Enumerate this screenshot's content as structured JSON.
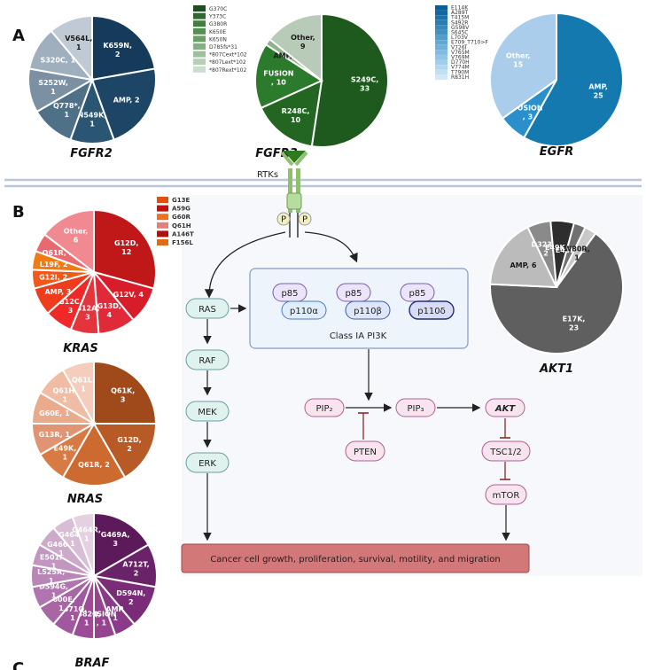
{
  "panels": {
    "a": "A",
    "b": "B",
    "c": "C"
  },
  "genes": {
    "fgfr2": "FGFR2",
    "fgfr3": "FGFR3",
    "egfr": "EGFR",
    "kras": "KRAS",
    "nras": "NRAS",
    "braf": "BRAF",
    "akt1": "AKT1"
  },
  "rtk_label": "RTKs",
  "p_label": "P",
  "pathway": {
    "ras": "RAS",
    "raf": "RAF",
    "mek": "MEK",
    "erk": "ERK",
    "p85": "p85",
    "p110a": "p110α",
    "p110b": "p110β",
    "p110d": "p110δ",
    "pi3k_label": "Class IA PI3K",
    "pip2": "PIP₂",
    "pip3": "PIP₃",
    "akt": "AKT",
    "pten": "PTEN",
    "tsc": "TSC1/2",
    "mtor": "mTOR",
    "outcome": "Cancer cell growth, proliferation, survival, motility, and migration"
  },
  "legends": {
    "fgfr3": {
      "items": [
        "G370C",
        "Y373C",
        "G380R",
        "K650E",
        "K650N",
        "D785fs*31",
        "*807Cext*102",
        "*807Lext*102",
        "*807Rext*102"
      ],
      "colors": [
        "#1f4f1f",
        "#2f6b2f",
        "#3f7f3f",
        "#548f54",
        "#6a9f6a",
        "#84b084",
        "#9dc09d",
        "#b5d0b5",
        "#cadecd"
      ]
    },
    "egfr": {
      "items": [
        "E114K",
        "A289T",
        "T415M",
        "S492R",
        "G598V",
        "S645C",
        "L703V",
        "E709_T710>F",
        "V726I",
        "V765M",
        "V769M",
        "D770H",
        "V774M",
        "T790M",
        "R831H"
      ],
      "colors": [
        "#0a5f96",
        "#1368a0",
        "#1e72a9",
        "#2a7db2",
        "#3788bb",
        "#4492c3",
        "#529dcb",
        "#61a7d2",
        "#70b1d9",
        "#80bbe0",
        "#90c5e6",
        "#a0ceec",
        "#b0d7f0",
        "#c0e0f4",
        "#d0e8f8"
      ]
    },
    "kras": {
      "items": [
        "G13E",
        "A59G",
        "G60R",
        "Q61H",
        "A146T",
        "F156L"
      ],
      "colors": [
        "#e05010",
        "#c01010",
        "#f07020",
        "#e08080",
        "#b01010",
        "#e06a1a"
      ]
    }
  },
  "charts": {
    "fgfr2": {
      "labels": [
        "K659N,\n2",
        "AMP, 2",
        "N549K,\n1",
        "Q778*,\n1",
        "S252W,\n1",
        "S320C, 1",
        "V564L,\n1"
      ],
      "values": [
        2,
        2,
        1,
        1,
        1,
        1,
        1
      ],
      "colors": [
        "#163b5a",
        "#1d4565",
        "#2a5673",
        "#4f7188",
        "#7b90a2",
        "#a0afbe",
        "#c0cad4"
      ]
    },
    "fgfr3": {
      "labels": [
        "S249C,\n33",
        "R248C,\n10",
        "FUSION\n, 10",
        "AMP, 1",
        "Other,\n9"
      ],
      "values": [
        33,
        10,
        10,
        1,
        9
      ],
      "colors": [
        "#1e5a1e",
        "#226622",
        "#2c7a2c",
        "#8fb38f",
        "#b8cbb8"
      ]
    },
    "egfr": {
      "labels": [
        "AMP,\n25",
        "FUSION\n, 3",
        "Other,\n15"
      ],
      "values": [
        25,
        3,
        15
      ],
      "colors": [
        "#1479ae",
        "#2a90cc",
        "#a9cdea"
      ]
    },
    "kras": {
      "labels": [
        "G12D,\n12",
        "G12V, 4",
        "G13D,\n4",
        "G12A,\n3",
        "G12C,\n3",
        "AMP, 3",
        "G12I, 2",
        "L19F, 2",
        "Q61R, 2",
        "Other,\n6"
      ],
      "values": [
        12,
        4,
        4,
        3,
        3,
        3,
        2,
        2,
        2,
        6
      ],
      "colors": [
        "#c01818",
        "#d81c2a",
        "#e02a3a",
        "#e4343c",
        "#f02828",
        "#ee3c1c",
        "#f2581a",
        "#f07a14",
        "#e86a70",
        "#f08a90"
      ]
    },
    "nras": {
      "labels": [
        "Q61K,\n3",
        "G12D,\n2",
        "Q61R, 2",
        "E49K,\n1",
        "G13R, 1",
        "G60E, 1",
        "Q61H,\n1",
        "Q61L,\n1"
      ],
      "values": [
        3,
        2,
        2,
        1,
        1,
        1,
        1,
        1
      ],
      "colors": [
        "#a04a1c",
        "#b85a26",
        "#cd6a30",
        "#d77a44",
        "#e09474",
        "#eaaa8c",
        "#f0bca4",
        "#f4cdbd"
      ]
    },
    "braf": {
      "labels": [
        "G469A,\n3",
        "A712T,\n2",
        "D594N,\n2",
        "AMP,\n1",
        "FUSION\n, 1",
        "R682Q,\n1",
        "R671Q,\n1",
        "V600E,\n1",
        "D594G,\n1",
        "L525R,\n1",
        "E501K,\n1",
        "G466E,\n1",
        "G464V,\n1",
        "G464R,\n1"
      ],
      "values": [
        3,
        2,
        2,
        1,
        1,
        1,
        1,
        1,
        1,
        1,
        1,
        1,
        1,
        1
      ],
      "colors": [
        "#5c1a5a",
        "#6a2268",
        "#7a2c78",
        "#8a3a88",
        "#96448f",
        "#9c4c96",
        "#a2589e",
        "#a866a4",
        "#b074ae",
        "#b985b6",
        "#c296c0",
        "#ccaaca",
        "#d7bdd5",
        "#e3d1e1"
      ]
    },
    "akt1": {
      "labels": [
        "E17K,\n23",
        "AMP, 6",
        "D323N,\n2",
        "E49K, 2",
        "E40K, 1",
        "W80R,\n1"
      ],
      "values": [
        23,
        6,
        2,
        2,
        1,
        1
      ],
      "colors": [
        "#5f5f5f",
        "#bbbbbb",
        "#8a8a8a",
        "#2e2e2e",
        "#707070",
        "#c9c9c9"
      ]
    }
  }
}
